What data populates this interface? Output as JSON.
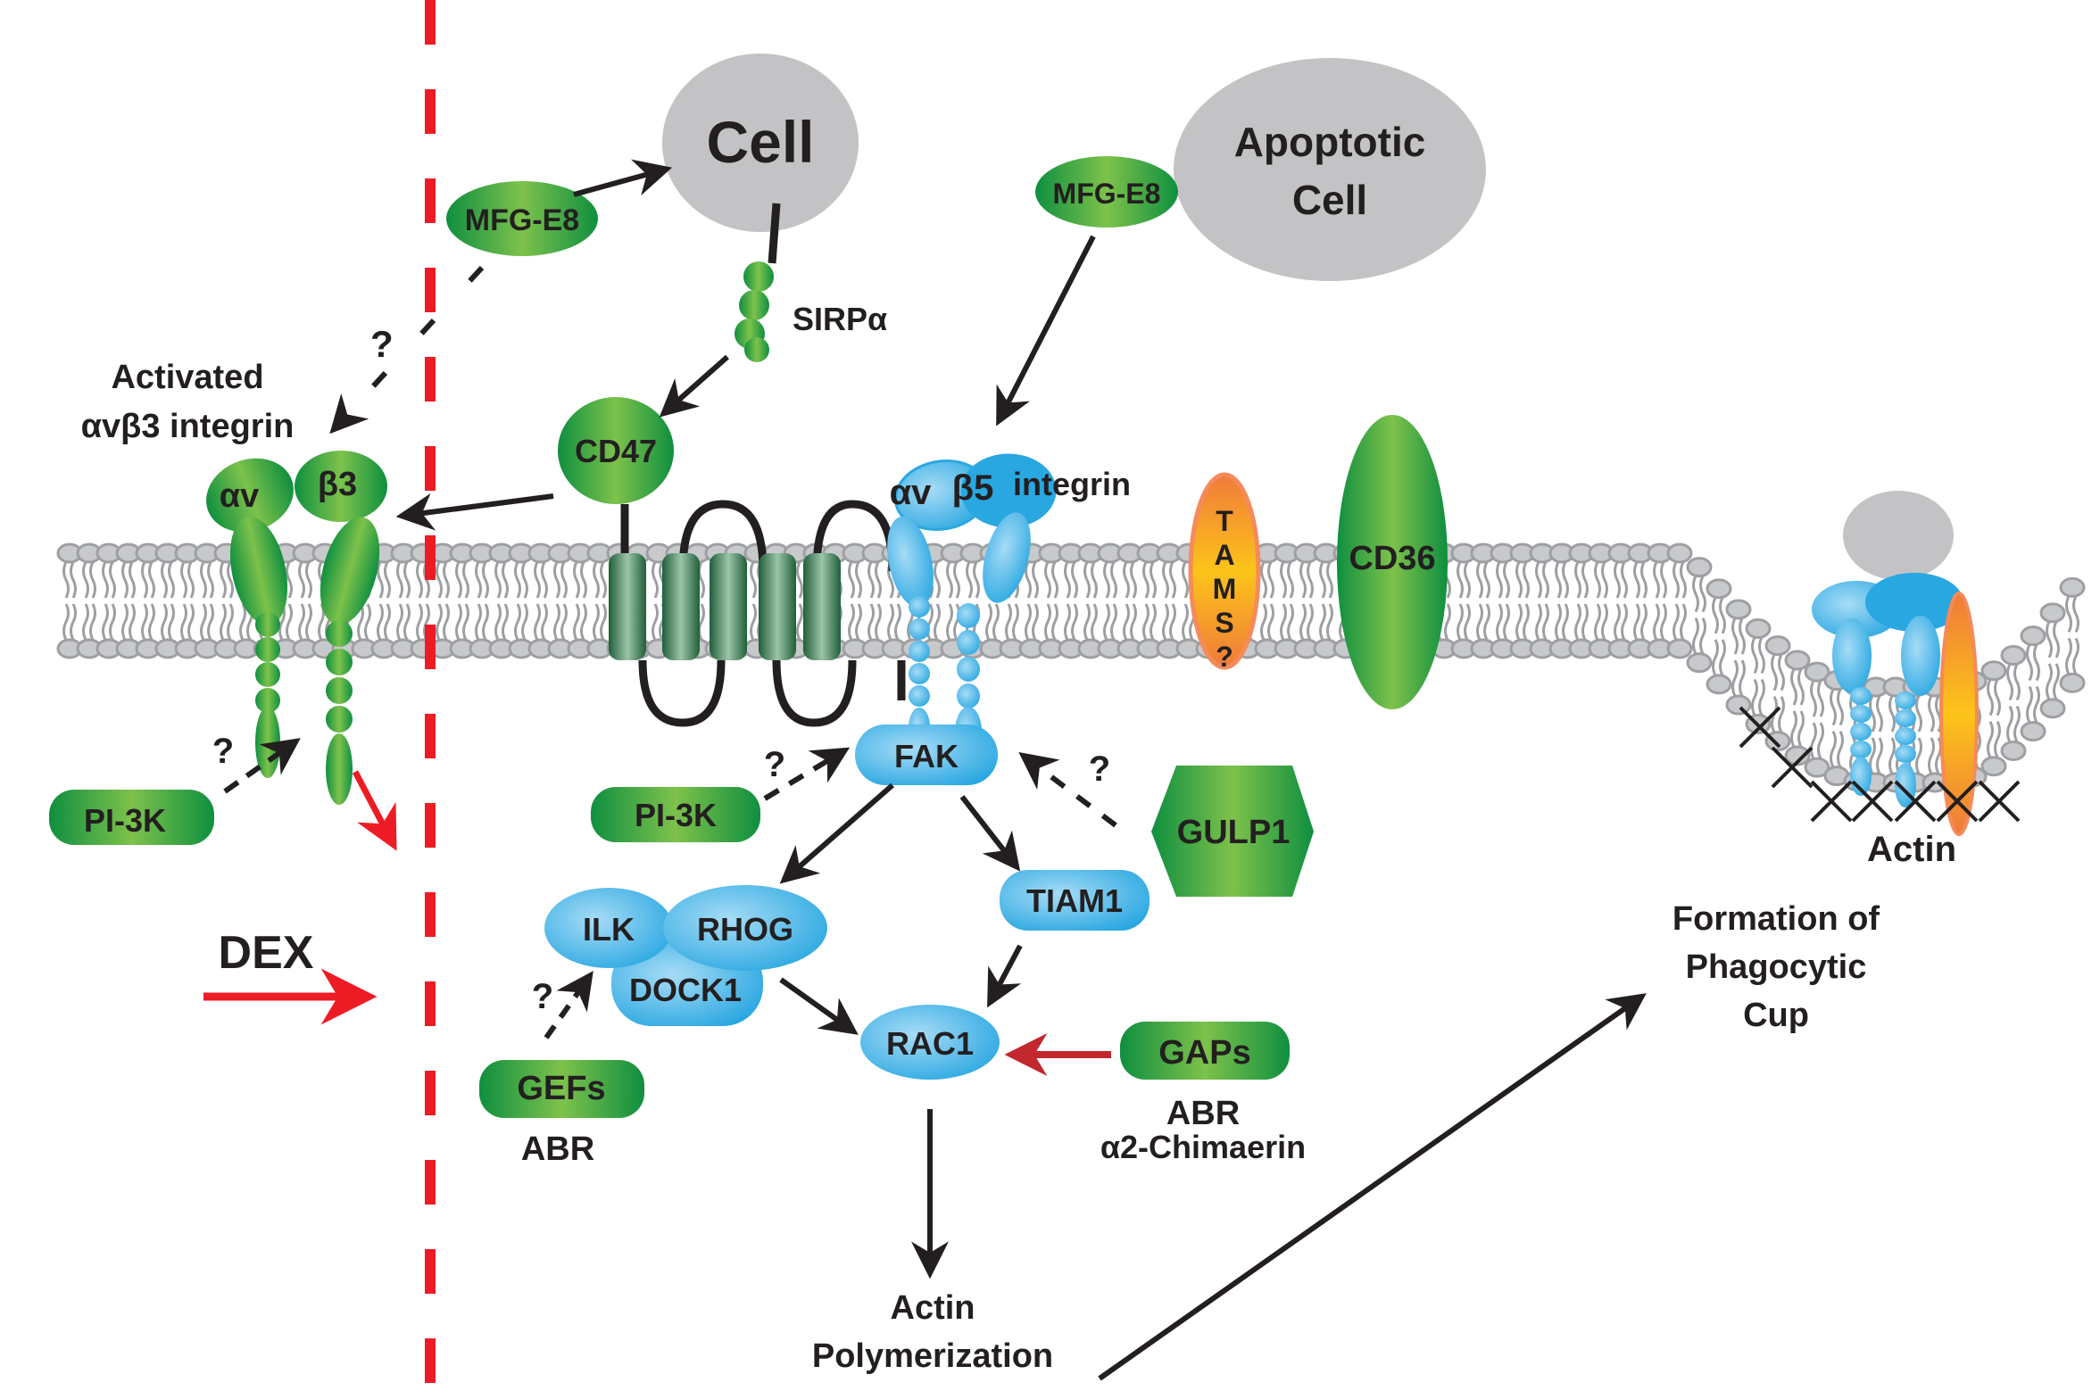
{
  "diagram": {
    "title_cells": {
      "cell": "Cell",
      "apoptotic_cell_line1": "Apoptotic",
      "apoptotic_cell_line2": "Cell"
    },
    "left_panel": {
      "mfge8": "MFG-E8",
      "question_mark": "?",
      "activated_line1": "Activated",
      "activated_line2": "αvβ3 integrin",
      "alpha_v": "αv",
      "beta3": "β3",
      "pi3k": "PI-3K",
      "pi3k_question": "?",
      "dex": "DEX"
    },
    "center_panel": {
      "sirpa": "SIRPα",
      "cd47": "CD47",
      "mfge8": "MFG-E8",
      "alpha_v": "αv",
      "beta5": "β5",
      "integrin": "integrin",
      "tams": [
        "T",
        "A",
        "M",
        "S",
        "?"
      ],
      "cd36": "CD36",
      "fak": "FAK",
      "pi3k": "PI-3K",
      "pi3k_question": "?",
      "gulp1": "GULP1",
      "gulp1_question": "?",
      "ilk": "ILK",
      "rhog": "RHOG",
      "dock1": "DOCK1",
      "tiam1": "TIAM1",
      "rac1": "RAC1",
      "gefs": "GEFs",
      "gefs_sub": "ABR",
      "gefs_question": "?",
      "gaps": "GAPs",
      "gaps_sub1": "ABR",
      "gaps_sub2": "α2-Chimaerin",
      "actin_poly_line1": "Actin",
      "actin_poly_line2": "Polymerization"
    },
    "right_panel": {
      "actin": "Actin",
      "cup_line1": "Formation of",
      "cup_line2": "Phagocytic",
      "cup_line3": "Cup"
    },
    "colors": {
      "green_dark": "#0f8f3f",
      "green_light": "#7dc24b",
      "blue_dark": "#29a7e1",
      "blue_light": "#9fd9f5",
      "gray_cell": "#c3c3c6",
      "lipid": "#c8c9cb",
      "lipid_stroke": "#9d9fa2",
      "red_dash": "#ed1c24",
      "red_arrow": "#c1272d",
      "orange": "#f0883a",
      "yellow": "#fcc419",
      "text": "#231f20"
    }
  }
}
